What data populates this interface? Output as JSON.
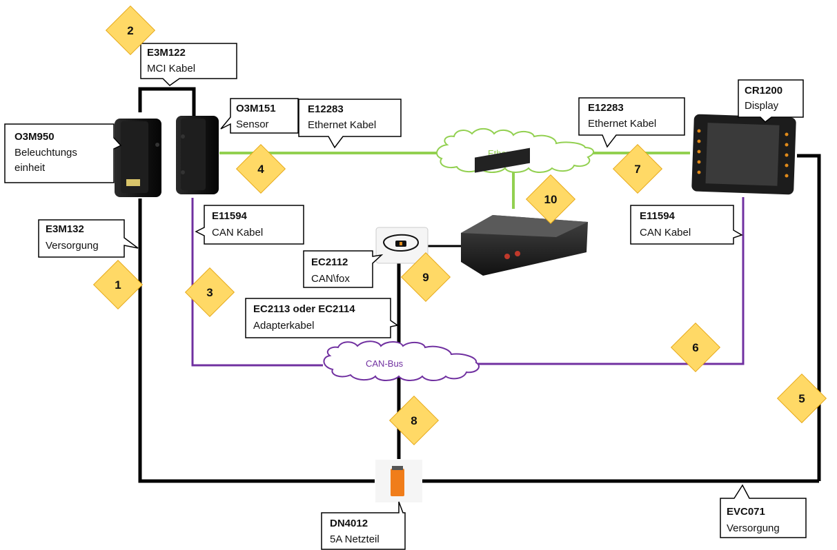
{
  "callouts": {
    "o3m950": {
      "title": "O3M950",
      "line1": "Beleuchtungs",
      "line2": "einheit"
    },
    "e3m122": {
      "title": "E3M122",
      "line1": "MCI Kabel"
    },
    "o3m151": {
      "title": "O3M151",
      "line1": "Sensor"
    },
    "e12283_left": {
      "title": "E12283",
      "line1": "Ethernet Kabel"
    },
    "e12283_right": {
      "title": "E12283",
      "line1": "Ethernet Kabel"
    },
    "cr1200": {
      "title": "CR1200",
      "line1": "Display"
    },
    "e3m132": {
      "title": "E3M132",
      "line1": "Versorgung"
    },
    "e11594_left": {
      "title": "E11594",
      "line1": "CAN Kabel"
    },
    "e11594_right": {
      "title": "E11594",
      "line1": "CAN Kabel"
    },
    "ec2112": {
      "title": "EC2112",
      "line1": "CAN\\fox"
    },
    "ec2113": {
      "title": "EC2113 oder EC2114",
      "line1": "Adapterkabel"
    },
    "dn4012": {
      "title": "DN4012",
      "line1": "5A Netzteil"
    },
    "evc071": {
      "title": "EVC071",
      "line1": "Versorgung"
    }
  },
  "clouds": {
    "ethernet": "Ethernet",
    "canbus": "CAN-Bus"
  },
  "markers": [
    "1",
    "2",
    "3",
    "4",
    "5",
    "6",
    "7",
    "8",
    "9",
    "10"
  ],
  "colors": {
    "power_cable": "#000000",
    "ethernet": "#92d050",
    "can_bus": "#7030a0",
    "marker_fill": "#ffd966",
    "marker_border": "#e6a817"
  }
}
